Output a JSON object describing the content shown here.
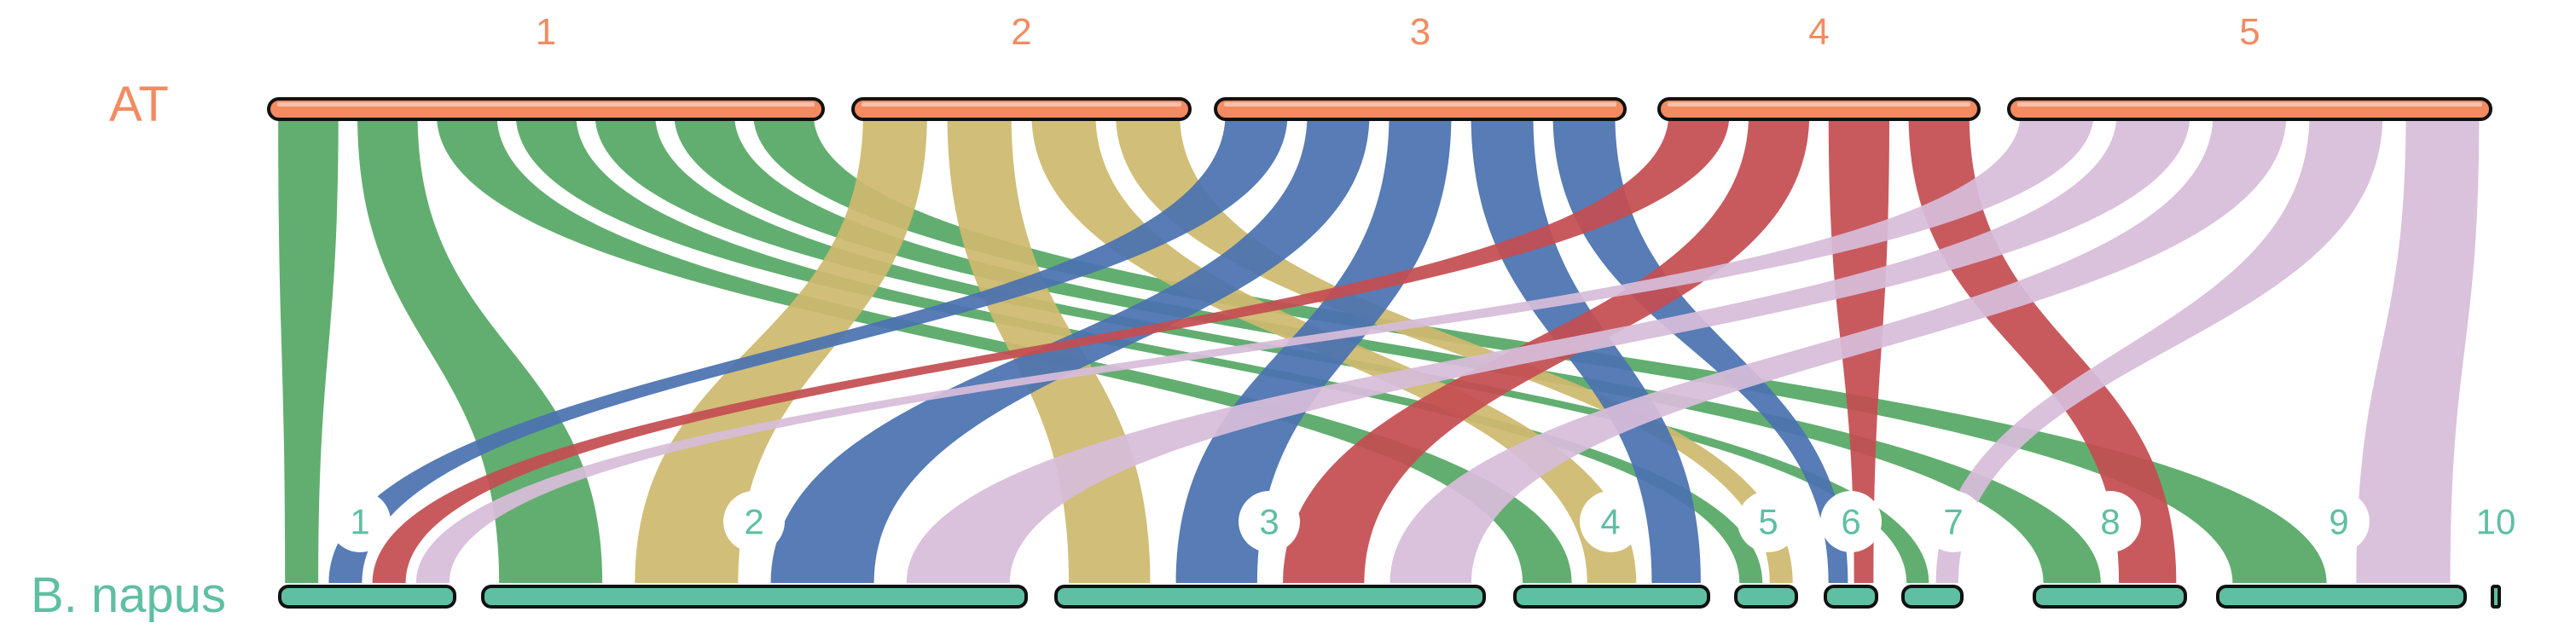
{
  "genomes": {
    "top": {
      "name": "AT",
      "color": "#f28b62"
    },
    "bottom": {
      "name": "B. napus",
      "color": "#5fbfa3"
    }
  },
  "top_chromosomes": [
    {
      "label": "1"
    },
    {
      "label": "2"
    },
    {
      "label": "3"
    },
    {
      "label": "4"
    },
    {
      "label": "5"
    }
  ],
  "bottom_chromosomes": [
    {
      "label": "1"
    },
    {
      "label": "2"
    },
    {
      "label": "3"
    },
    {
      "label": "4"
    },
    {
      "label": "5"
    },
    {
      "label": "6"
    },
    {
      "label": "7"
    },
    {
      "label": "8"
    },
    {
      "label": "9"
    },
    {
      "label": "10"
    }
  ],
  "colors": {
    "chr1": "#56a865",
    "chr2": "#cdb96e",
    "chr3": "#4a72b0",
    "chr4": "#c44e52",
    "chr5": "#d7bcd9"
  },
  "links": [
    {
      "from": "1",
      "to": "1",
      "color": "chr1"
    },
    {
      "from": "1",
      "to": "2",
      "color": "chr1"
    },
    {
      "from": "1",
      "to": "4",
      "color": "chr1"
    },
    {
      "from": "1",
      "to": "5",
      "color": "chr1"
    },
    {
      "from": "1",
      "to": "7",
      "color": "chr1"
    },
    {
      "from": "1",
      "to": "8",
      "color": "chr1"
    },
    {
      "from": "1",
      "to": "9",
      "color": "chr1"
    },
    {
      "from": "2",
      "to": "2",
      "color": "chr2"
    },
    {
      "from": "2",
      "to": "3",
      "color": "chr2"
    },
    {
      "from": "2",
      "to": "4",
      "color": "chr2"
    },
    {
      "from": "2",
      "to": "5",
      "color": "chr2"
    },
    {
      "from": "3",
      "to": "1",
      "color": "chr3"
    },
    {
      "from": "3",
      "to": "2",
      "color": "chr3"
    },
    {
      "from": "3",
      "to": "3",
      "color": "chr3"
    },
    {
      "from": "3",
      "to": "4",
      "color": "chr3"
    },
    {
      "from": "3",
      "to": "6",
      "color": "chr3"
    },
    {
      "from": "4",
      "to": "1",
      "color": "chr4"
    },
    {
      "from": "4",
      "to": "3",
      "color": "chr4"
    },
    {
      "from": "4",
      "to": "6",
      "color": "chr4"
    },
    {
      "from": "4",
      "to": "8",
      "color": "chr4"
    },
    {
      "from": "5",
      "to": "1",
      "color": "chr5"
    },
    {
      "from": "5",
      "to": "2",
      "color": "chr5"
    },
    {
      "from": "5",
      "to": "3",
      "color": "chr5"
    },
    {
      "from": "5",
      "to": "7",
      "color": "chr5"
    },
    {
      "from": "5",
      "to": "9",
      "color": "chr5"
    }
  ]
}
